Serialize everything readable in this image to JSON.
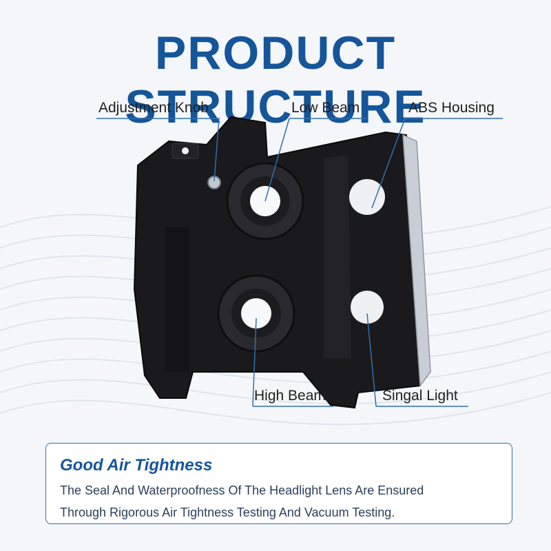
{
  "title": "PRODUCT STRUCTURE",
  "callouts": {
    "adjustment_knob": "Adjustment Knob",
    "low_beam": "Low Beam",
    "abs_housing": "ABS Housing",
    "high_beam": "High Beam",
    "signal_light": "Singal Light"
  },
  "feature": {
    "heading": "Good Air Tightness",
    "lines": [
      "The Seal And Waterproofness Of The Headlight Lens Are Ensured",
      "Through Rigorous Air Tightness Testing And Vacuum Testing."
    ]
  },
  "colors": {
    "accent": "#15559a",
    "leader_line": "#2f6fb0",
    "housing": "#1a1a1c"
  }
}
